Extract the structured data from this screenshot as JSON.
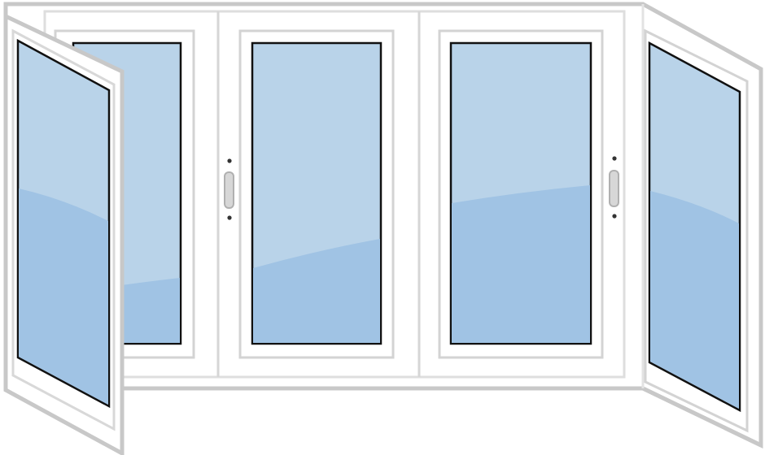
{
  "illustration": {
    "subject": "window-frame-icon",
    "panes": [
      {
        "role": "left-opened-sash",
        "state": "open"
      },
      {
        "role": "left-fixed-pane",
        "state": "closed"
      },
      {
        "role": "center-left-sash",
        "state": "closed"
      },
      {
        "role": "center-right-sash",
        "state": "closed"
      },
      {
        "role": "right-side-pane",
        "state": "closed"
      }
    ]
  },
  "colors": {
    "frame_fill": "#ffffff",
    "frame_stroke": "#c8c8c8",
    "glass_light": "#b9d3e9",
    "glass_dark": "#a0c3e4",
    "glass_edge": "#111111",
    "handle": "#d7d7d7"
  }
}
